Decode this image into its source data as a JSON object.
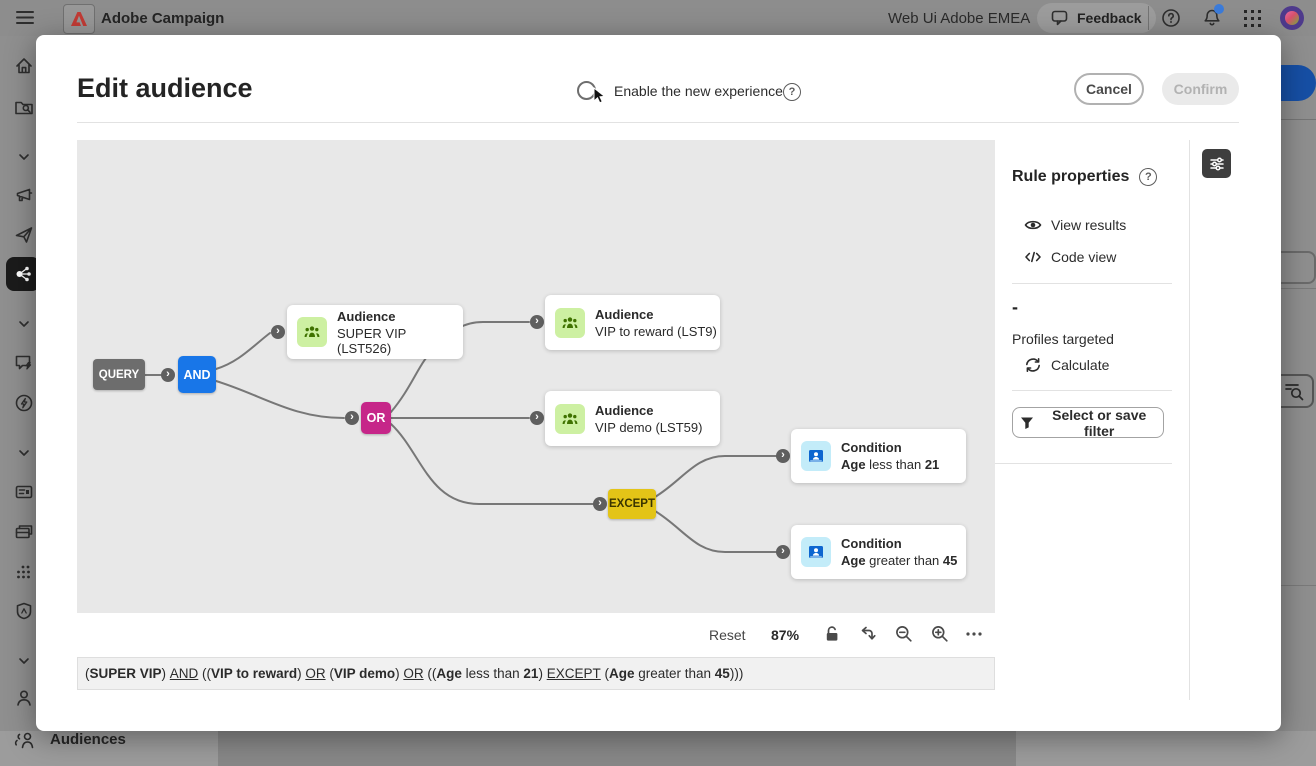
{
  "icons": {
    "help": "?",
    "chevron": "›"
  },
  "topbar": {
    "app_title": "Adobe Campaign",
    "env_label": "Web Ui Adobe EMEA",
    "feedback_label": "Feedback"
  },
  "sidebar": {
    "items": [
      "home",
      "explorer",
      "section-chevron",
      "campaigns",
      "deliveries",
      "audiences-selected",
      "section-chevron",
      "messages",
      "activities",
      "section-chevron",
      "content-cards",
      "templates",
      "fragments",
      "brand",
      "section-chevron",
      "profiles"
    ]
  },
  "modal": {
    "title": "Edit audience",
    "toggle_label": "Enable the new experience",
    "cancel_label": "Cancel",
    "confirm_label": "Confirm"
  },
  "canvas": {
    "nodes": {
      "query": {
        "label": "QUERY",
        "color": "#6d6d6d"
      },
      "and": {
        "label": "AND",
        "color": "#1876e8"
      },
      "or": {
        "label": "OR",
        "color": "#c62689"
      },
      "except": {
        "label": "EXCEPT",
        "color": "#e3c417"
      }
    },
    "cards": [
      {
        "type": "Audience",
        "name": "SUPER VIP (LST526)"
      },
      {
        "type": "Audience",
        "name": "VIP to reward (LST9)"
      },
      {
        "type": "Audience",
        "name": "VIP demo (LST59)"
      },
      {
        "type": "Condition",
        "segments": [
          {
            "t": "Age",
            "b": 1
          },
          {
            "t": " less than "
          },
          {
            "t": "21",
            "b": 1
          }
        ]
      },
      {
        "type": "Condition",
        "segments": [
          {
            "t": "Age",
            "b": 1
          },
          {
            "t": " greater than "
          },
          {
            "t": "45",
            "b": 1
          }
        ]
      }
    ],
    "colors": {
      "audience_tile": "#cdf0a2",
      "condition_tile": "#c3ecf9"
    },
    "toolbar": {
      "reset_label": "Reset",
      "zoom_level": "87%"
    }
  },
  "rule_properties": {
    "title": "Rule properties",
    "view_results_label": "View results",
    "code_view_label": "Code view",
    "count_placeholder": "-",
    "profiles_targeted_label": "Profiles targeted",
    "calculate_label": "Calculate",
    "filter_button_label": "Select or save filter"
  },
  "formula": {
    "segments": [
      {
        "t": "("
      },
      {
        "t": "SUPER VIP",
        "b": 1
      },
      {
        "t": ") "
      },
      {
        "t": "AND",
        "u": 1
      },
      {
        "t": " (("
      },
      {
        "t": "VIP to reward",
        "b": 1
      },
      {
        "t": ") "
      },
      {
        "t": "OR",
        "u": 1
      },
      {
        "t": " ("
      },
      {
        "t": "VIP demo",
        "b": 1
      },
      {
        "t": ") "
      },
      {
        "t": "OR",
        "u": 1
      },
      {
        "t": " (("
      },
      {
        "t": "Age",
        "b": 1
      },
      {
        "t": " less than "
      },
      {
        "t": "21",
        "b": 1
      },
      {
        "t": ") "
      },
      {
        "t": "EXCEPT",
        "u": 1
      },
      {
        "t": " ("
      },
      {
        "t": "Age",
        "b": 1
      },
      {
        "t": " greater than "
      },
      {
        "t": "45",
        "b": 1
      },
      {
        "t": ")))"
      }
    ]
  },
  "background_page": {
    "audiences_label": "Audiences"
  }
}
